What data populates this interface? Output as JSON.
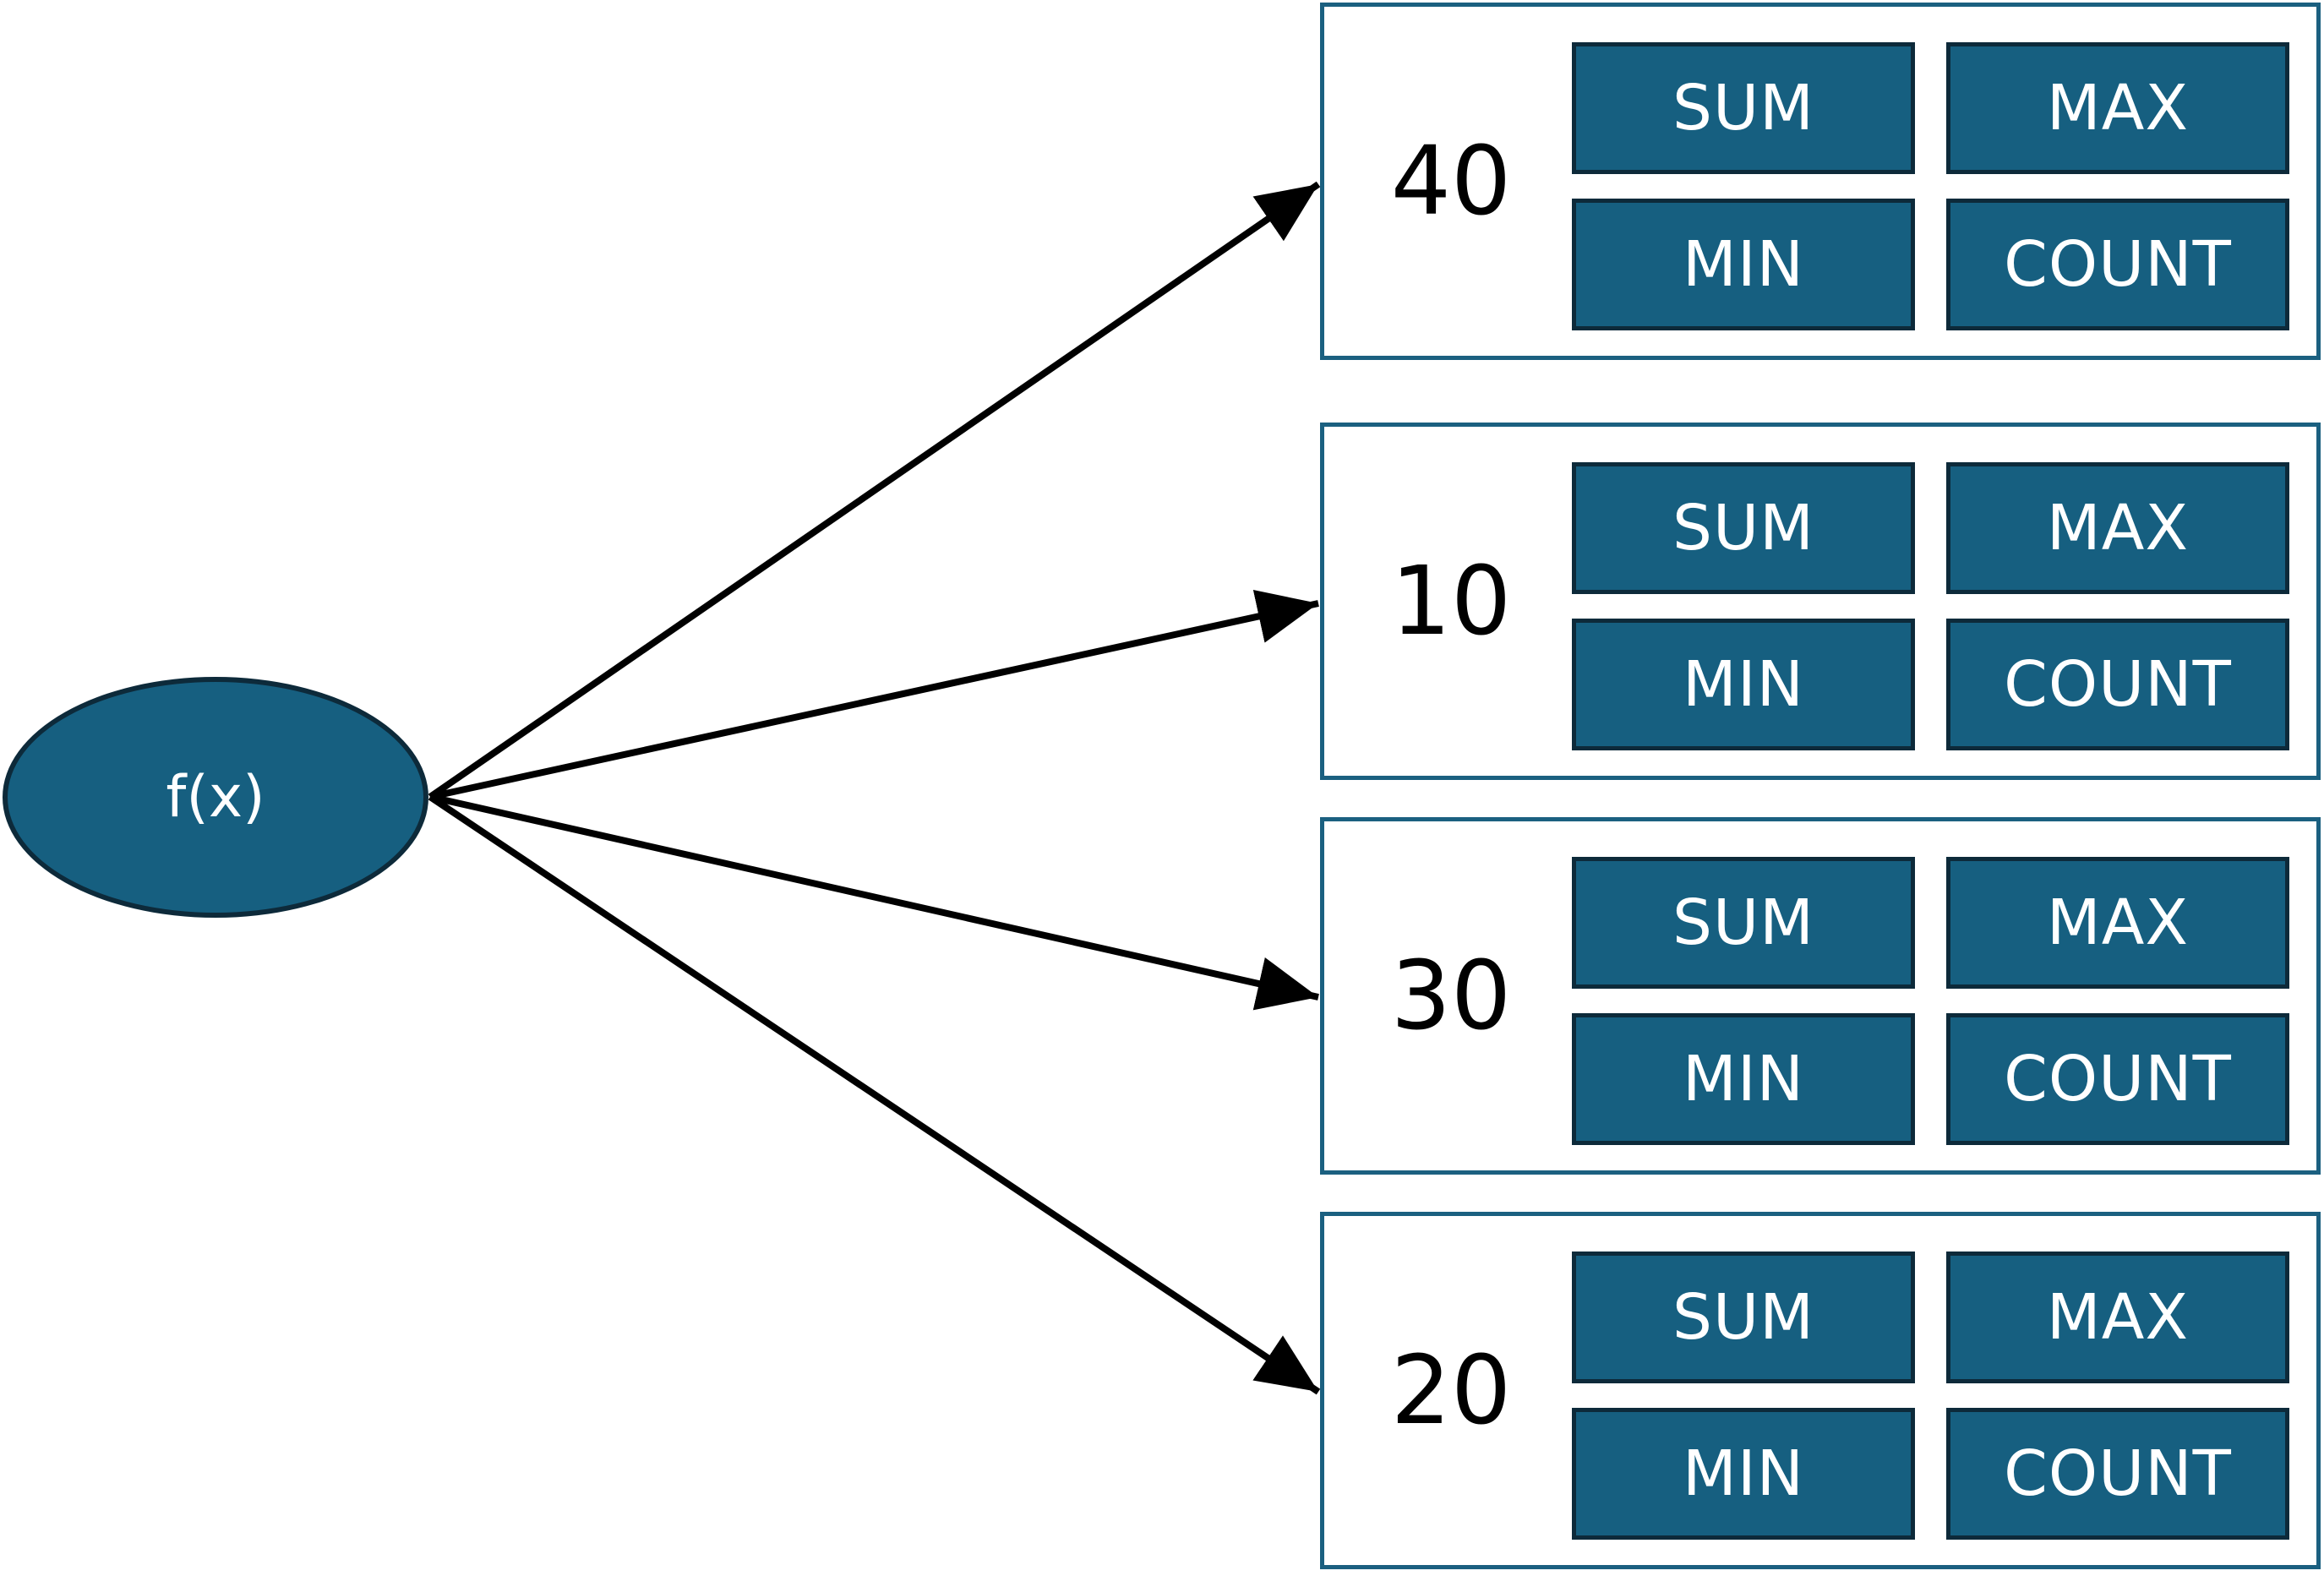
{
  "function_node": {
    "label": "f(x)"
  },
  "groups": [
    {
      "value": "40",
      "aggregates": [
        "SUM",
        "MAX",
        "MIN",
        "COUNT"
      ]
    },
    {
      "value": "10",
      "aggregates": [
        "SUM",
        "MAX",
        "MIN",
        "COUNT"
      ]
    },
    {
      "value": "30",
      "aggregates": [
        "SUM",
        "MAX",
        "MIN",
        "COUNT"
      ]
    },
    {
      "value": "20",
      "aggregates": [
        "SUM",
        "MAX",
        "MIN",
        "COUNT"
      ]
    }
  ],
  "colors": {
    "node_fill": "#165f80",
    "node_border": "#0d2a3a",
    "group_border": "#1b6080",
    "edge": "#000000",
    "text_light": "#ffffff"
  }
}
